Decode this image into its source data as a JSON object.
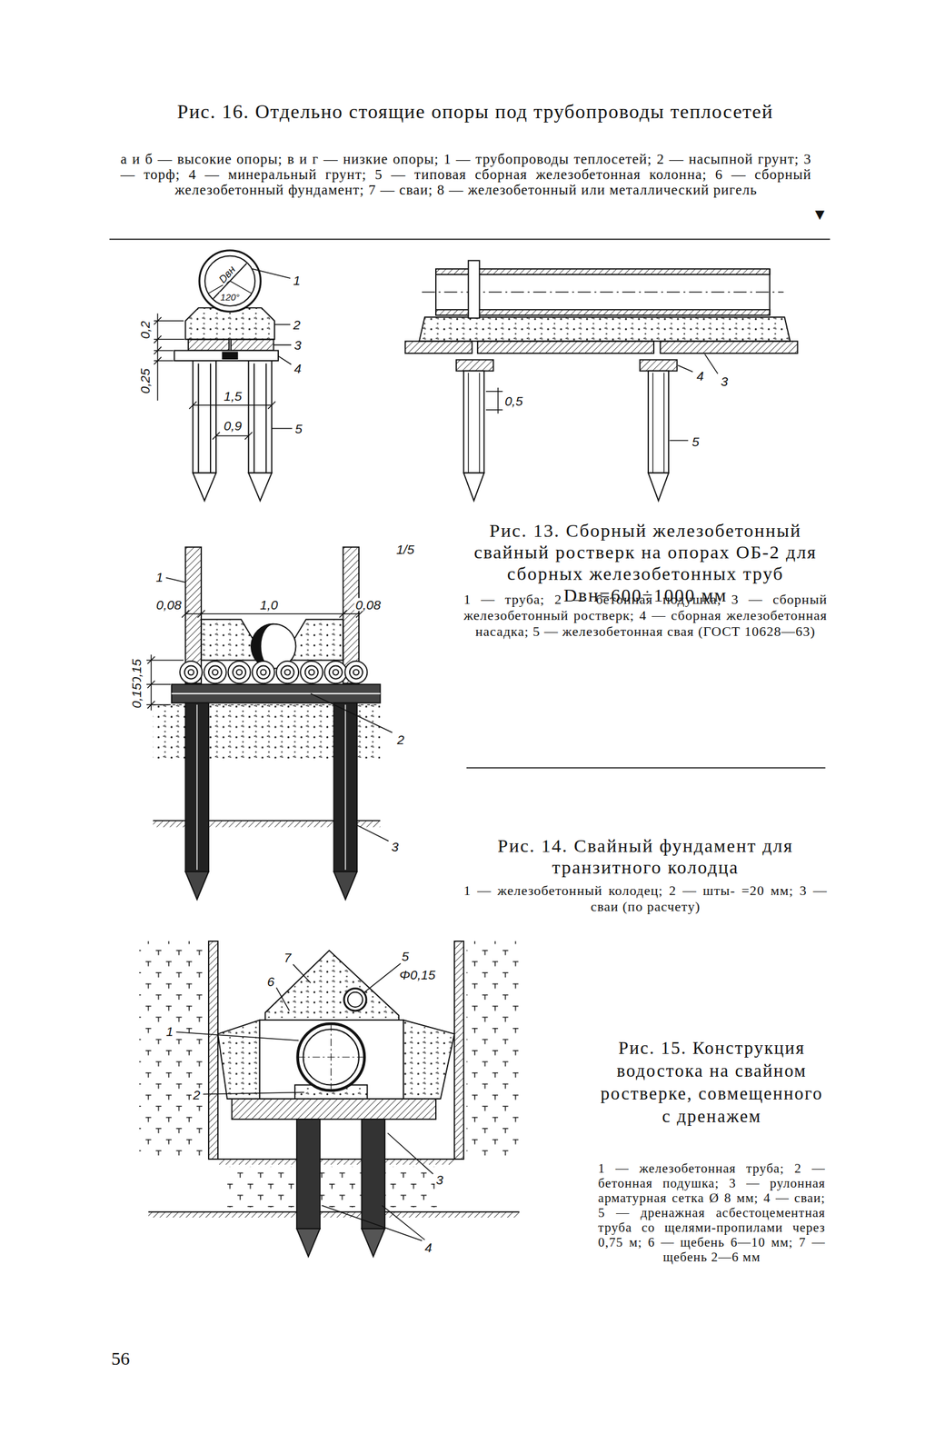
{
  "diagram": {
    "labels": [
      "Рис. 16. Отдельно стоящие опоры под трубопроводы теплосетей",
      "а и б — высокие опоры; в и г — низкие опоры; 1 — трубопроводы теплосетей; 2 — насыпной грунт; 3 — торф; 4 — минеральный грунт; 5 — типовая сборная железобетонная колонна; 6 — сборный железобетонный фундамент; 7 — сваи; 8 — железобетонный или металлический ригель",
      "▼",
      "Dвн",
      "120°",
      "1",
      "2",
      "3",
      "4",
      "0,2",
      "0,25",
      "1,5",
      "0,9",
      "5",
      "4",
      "3",
      "0,5",
      "5",
      "Рис. 13. Сборный железобетонный свайный ростверк на опорах ОБ-2 для сборных железобетонных труб Dвн=600÷1000 мм",
      "1 — труба; 2 — бетонная подушка; 3 — сборный железобетонный ростверк; 4 — сборная железобетонная насадка; 5 — железобетонная свая (ГОСТ 10628—63)",
      "1",
      "0,08",
      "1,0",
      "0,08",
      "0,15",
      "0,15",
      "2",
      "3",
      "1/5",
      "Рис. 14. Свайный фундамент для транзитного колодца",
      "1 — железобетонный колодец; 2 — шты- =20 мм; 3 — сваи (по расчету)",
      "7",
      "6",
      "5",
      "Φ0,15",
      "1",
      "2",
      "3",
      "4",
      "Рис. 15. Конструкция водостока на свайном ростверке, совмещенного с дренажем",
      "1 — железобетонная труба; 2 — бетонная подушка; 3 — рулонная арматурная сетка Ø 8 мм; 4 — сваи; 5 — дренажная асбестоцементная труба со щелями-пропилами через 0,75 м; 6 — щебень 6—10 мм; 7 — щебень 2—6 мм",
      "56"
    ]
  }
}
